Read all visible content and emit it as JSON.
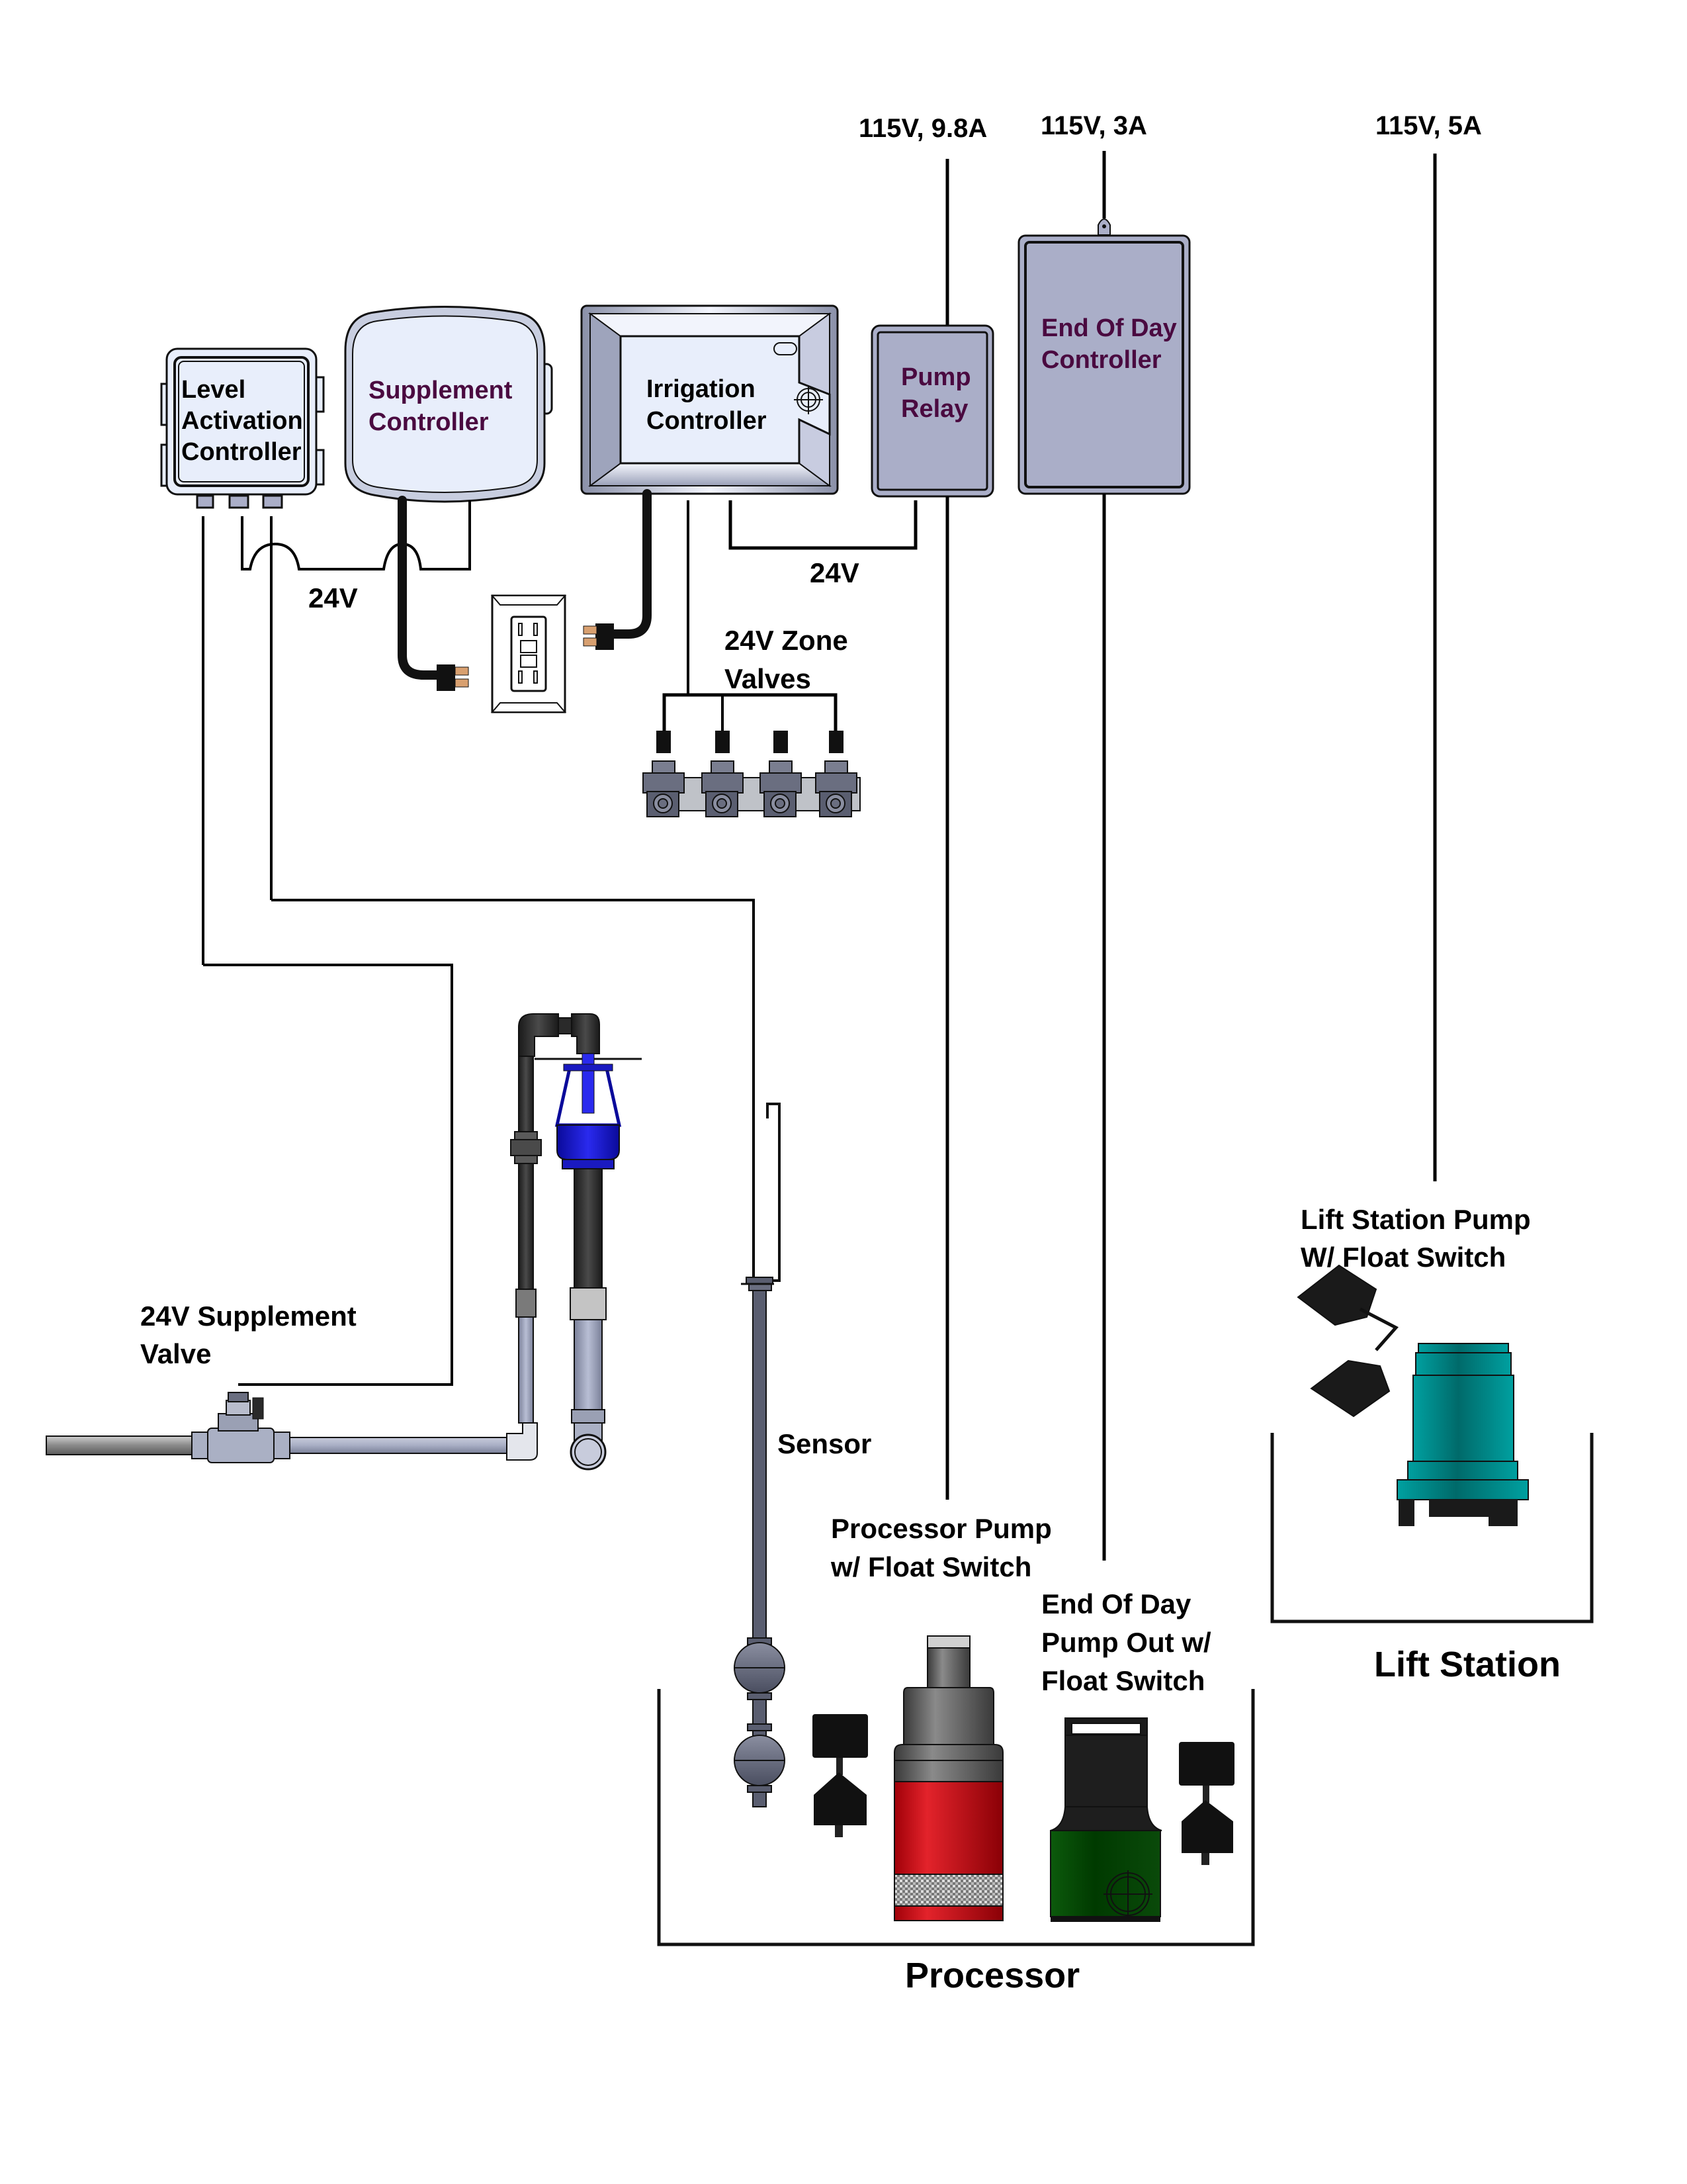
{
  "diagram": {
    "type": "wiring-plumbing-schematic",
    "power_labels": [
      {
        "id": "pump-relay-power",
        "text": "115V, 9.8A"
      },
      {
        "id": "eod-controller-power",
        "text": "115V, 3A"
      },
      {
        "id": "lift-station-power",
        "text": "115V, 5A"
      }
    ],
    "controllers": {
      "level_activation": {
        "lines": [
          "Level",
          "Activation",
          "Controller"
        ]
      },
      "supplement": {
        "lines": [
          "Supplement",
          "Controller"
        ]
      },
      "irrigation": {
        "lines": [
          "Irrigation",
          "Controller"
        ]
      },
      "pump_relay": {
        "lines": [
          "Pump",
          "Relay"
        ]
      },
      "end_of_day": {
        "lines": [
          "End Of Day",
          "Controller"
        ]
      }
    },
    "wire_labels": {
      "supplement_24v": "24V",
      "relay_24v": "24V"
    },
    "zone_valves": {
      "lines": [
        "24V Zone",
        "Valves"
      ],
      "count": 4
    },
    "supplement_valve": {
      "lines": [
        "24V Supplement",
        "Valve"
      ]
    },
    "sensor": {
      "label": "Sensor"
    },
    "processor_pump": {
      "lines": [
        "Processor Pump",
        "w/ Float Switch"
      ]
    },
    "eod_pump": {
      "lines": [
        "End Of Day",
        "Pump Out w/",
        "Float Switch"
      ]
    },
    "lift_station_pump": {
      "lines": [
        "Lift Station Pump",
        "W/ Float Switch"
      ]
    },
    "tanks": {
      "processor": "Processor",
      "lift_station": "Lift Station"
    },
    "colors": {
      "controller_light": "#e8eefb",
      "controller_dark": "#aaaec8",
      "label_purple": "#4a0a40",
      "processor_pump_red": "#c8101a",
      "eod_pump_green": "#0a4a0a",
      "lift_pump_teal": "#0a8f8f",
      "float_valve_blue": "#2222cc"
    }
  }
}
